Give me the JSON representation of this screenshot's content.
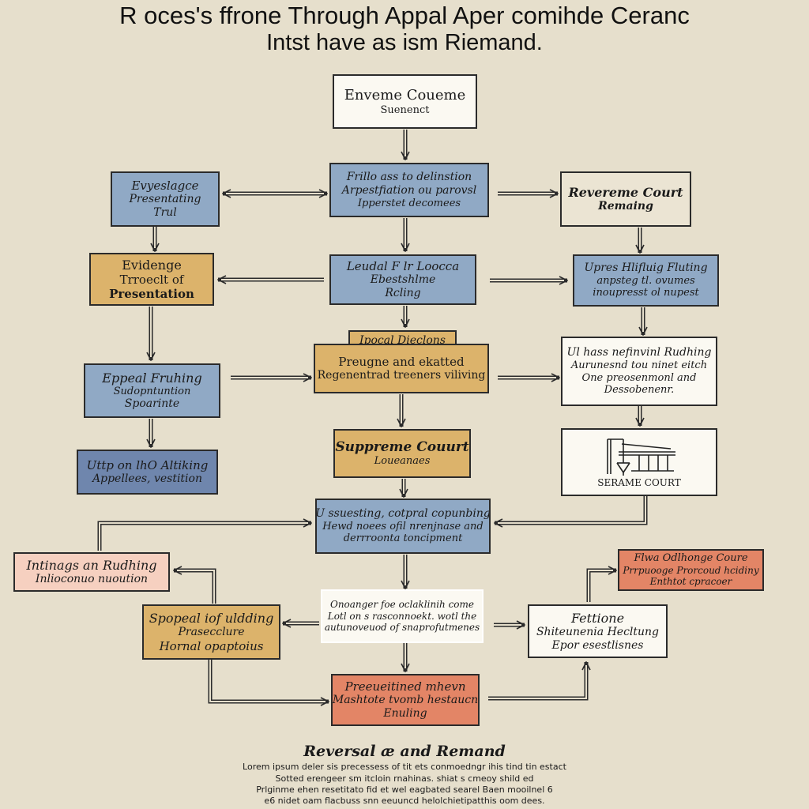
{
  "title": {
    "line1": "R oces's ffrone Through Appal Aper comihde Ceranc",
    "line2": "Intst have as ism Riemand."
  },
  "boxes": {
    "top": {
      "l1": "Enveme Coueme",
      "l2": "Suenenct"
    },
    "evidence_trial": {
      "l1": "Evyeslagce",
      "l2": "Presentating",
      "l3": "Trul"
    },
    "filing_decision": {
      "l1": "Frillo ass to delinstion",
      "l2": "Arpestfiation ou parovsl",
      "l3": "Ipperstet decomees"
    },
    "reverse_remand": {
      "l1": "Revereme Court",
      "l2": "Remaing"
    },
    "evidence_presentation": {
      "l1": "Evidenge",
      "l2": "Trroeclt of",
      "l3": "Presentation"
    },
    "lower_ruling": {
      "l1": "Leudal F lr Loocca",
      "l2": "Ebestshlme",
      "l3": "Rcling"
    },
    "upper_filing": {
      "l1": "Upres Hlifluig Fluting",
      "l2": "anpsteg tl. ovumes",
      "l3": "inoupresst ol nupest"
    },
    "appeal_decisions": {
      "l0": "Ipocal Dieclons",
      "l1": "Preugne and ekatted",
      "l2": "Regenentrad treeners viliving"
    },
    "white_ruling": {
      "l1": "Ul hass nefinvinl Rudhing",
      "l2": "Aurunesnd tou ninet eitch",
      "l3": "One preosenmonl and",
      "l4": "Dessobenenr."
    },
    "appeal_fruhing": {
      "l1": "Eppeal Fruhing",
      "l2": "Sudopntuntion",
      "l3": "Spoarinte"
    },
    "supreme_court": {
      "l1": "Suppreme Couurt",
      "l2": "Loueanaes"
    },
    "court_image": {
      "label": "SERAME COURT"
    },
    "upon_altiking": {
      "l1": "Uttp on lhO Altiking",
      "l2": "Appellees, vestition"
    },
    "central": {
      "l1": "U ssuesting, cotpral copunbing",
      "l2": "Hewd noees ofil nrenjnase and",
      "l3": "derrroonta toncipment"
    },
    "intings": {
      "l1": "Intinags an Rudhing",
      "l2": "Inlioconuo nuoution"
    },
    "orange_top": {
      "l1": "Flwa Odlhonge Coure",
      "l2": "Prrpuooge Prorcoud hcidiny",
      "l3": "Enthtot cpracoer"
    },
    "spoeal": {
      "l1": "Spopeal iof uldding",
      "l2": "Prasecclure",
      "l3": "Hornal opaptoius"
    },
    "center_white": {
      "l1": "Onoanger foe oclaklinih come",
      "l2": "Lotl on s rasconnoekt. wotl the",
      "l3": "autunoveuod of snaprofutmenes"
    },
    "fettione": {
      "l1": "Fettione",
      "l2": "Shiteunenia Hecltung",
      "l3": "Epor esestlisnes"
    },
    "bottom": {
      "l1": "Preeueitined mhevn",
      "l2": "Mashtote tvomb hestaucn",
      "l3": "Enuling"
    }
  },
  "footer": {
    "title": "Reversal  æ and Remand",
    "line1": "Lorem ipsum deler sis precessess of tit ets conmoedngr ihis tind tin estact",
    "line2": "Sotted erengeer sm itcloin rnahinas. shiat s cmeoy shild ed",
    "line3": "Prlginme ehen resetitato fid et wel eagbated searel Baen mooilnel 6",
    "line4": "e6 nidet oam flacbuss snn eeuuncd helolchietipatthis oom dees."
  },
  "colors": {
    "background": "#e6dfcc",
    "blue": "#90a9c5",
    "dark_blue": "#6f86ad",
    "gold": "#dcb36b",
    "pink": "#f6d0c0",
    "orange": "#e38566",
    "white": "#fbf9f2"
  }
}
